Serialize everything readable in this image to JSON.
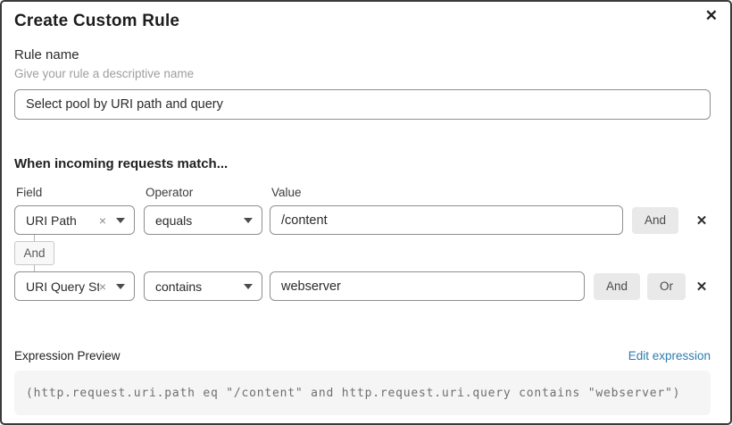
{
  "dialog": {
    "title": "Create Custom Rule"
  },
  "icons": {
    "close": "✕",
    "clear": "×",
    "remove": "✕"
  },
  "rule_name": {
    "label": "Rule name",
    "hint": "Give your rule a descriptive name",
    "value": "Select pool by URI path and query"
  },
  "match": {
    "heading": "When incoming requests match...",
    "columns": {
      "field": "Field",
      "operator": "Operator",
      "value": "Value"
    },
    "connector_label": "And",
    "rows": [
      {
        "field": "URI Path",
        "operator": "equals",
        "value": "/content",
        "buttons": [
          "And"
        ]
      },
      {
        "field": "URI Query St...",
        "operator": "contains",
        "value": "webserver",
        "buttons": [
          "And",
          "Or"
        ]
      }
    ]
  },
  "preview": {
    "label": "Expression Preview",
    "edit_link": "Edit expression",
    "expression": "(http.request.uri.path eq \"/content\" and http.request.uri.query contains \"webserver\")"
  },
  "colors": {
    "link_blue": "#2c7cb0",
    "button_gray": "#e9e9e9",
    "code_bg": "#f5f5f5",
    "border_gray": "#8f8f8f"
  }
}
